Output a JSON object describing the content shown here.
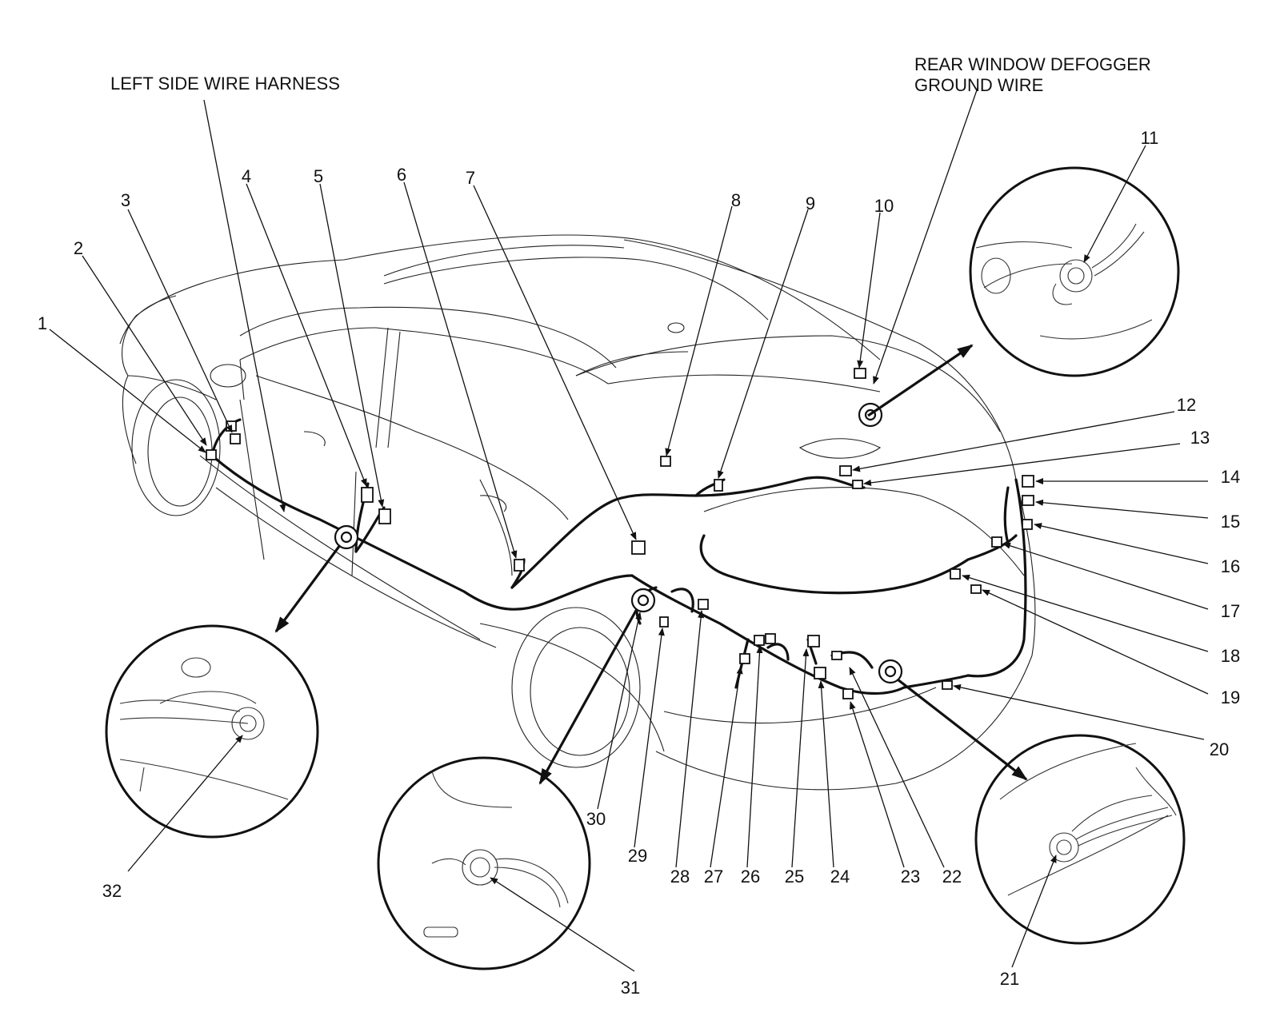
{
  "labels": {
    "left_harness": "LEFT SIDE WIRE HARNESS",
    "defogger_line1": "REAR WINDOW DEFOGGER",
    "defogger_line2": "GROUND WIRE"
  },
  "callouts": [
    "1",
    "2",
    "3",
    "4",
    "5",
    "6",
    "7",
    "8",
    "9",
    "10",
    "11",
    "12",
    "13",
    "14",
    "15",
    "16",
    "17",
    "18",
    "19",
    "20",
    "21",
    "22",
    "23",
    "24",
    "25",
    "26",
    "27",
    "28",
    "29",
    "30",
    "31",
    "32"
  ]
}
